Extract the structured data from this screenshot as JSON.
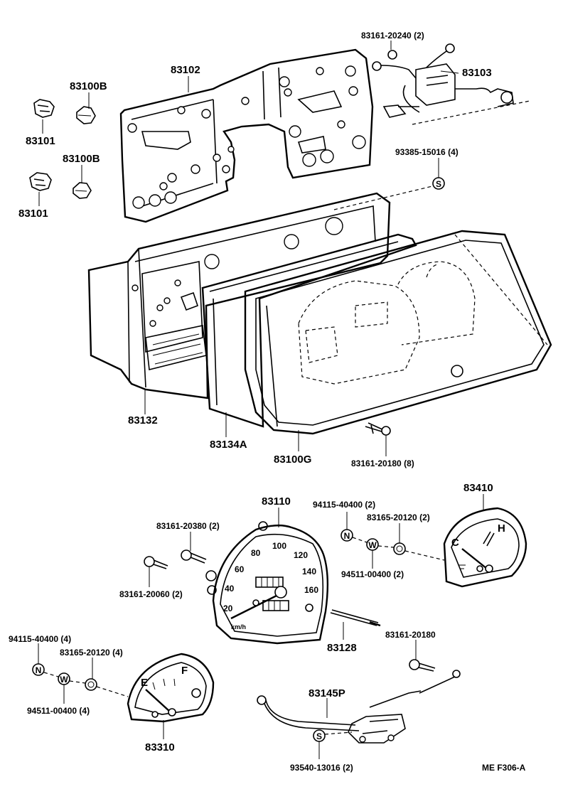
{
  "labels": {
    "p83102": "83102",
    "p83100b_top": "83100B",
    "p83101_top": "83101",
    "p83100b_bottom": "83100B",
    "p83101_bottom": "83101",
    "p83161_20240": "83161-20240 (2)",
    "p83103": "83103",
    "p93385": "93385-15016 (4)",
    "p83132": "83132",
    "p83134a": "83134A",
    "p83100g": "83100G",
    "p83161_20180_8": "83161-20180 (8)",
    "p83110": "83110",
    "p83161_20380": "83161-20380 (2)",
    "p83161_20060": "83161-20060 (2)",
    "p94115_2": "94115-40400 (2)",
    "p83165_2": "83165-20120 (2)",
    "p94511_2": "94511-00400 (2)",
    "p83410": "83410",
    "p83128": "83128",
    "p83161_20180": "83161-20180",
    "p94115_4": "94115-40400 (4)",
    "p83165_4": "83165-20120 (4)",
    "p94511_4": "94511-00400 (4)",
    "p83310": "83310",
    "p83145p": "83145P",
    "p93540": "93540-13016 (2)",
    "figure_code": "ME  F306-A"
  },
  "speedometer": {
    "scale": [
      "20",
      "40",
      "60",
      "80",
      "100",
      "120",
      "140",
      "160"
    ],
    "unit_mark": "km/h"
  },
  "temp_gauge": {
    "hot": "H",
    "cold": "C"
  },
  "fuel_gauge": {
    "full": "F",
    "empty": "E"
  },
  "washer_marks": {
    "nut": "N",
    "washer": "W",
    "screw": "S"
  }
}
